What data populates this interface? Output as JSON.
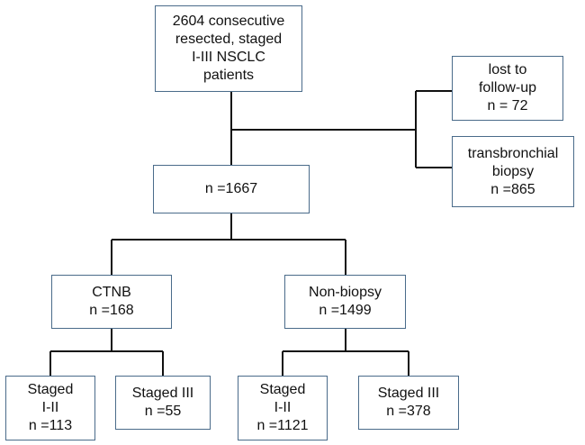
{
  "colors": {
    "box_border": "#4a6b8a",
    "connector": "#111111",
    "text": "#111111",
    "background": "#ffffff"
  },
  "boxes": {
    "root": {
      "lines": [
        "2604 consecutive",
        "resected, staged",
        "I-III NSCLC",
        "patients"
      ]
    },
    "lost": {
      "lines": [
        "lost to",
        "follow-up",
        "n = 72"
      ]
    },
    "transbronchial": {
      "lines": [
        "transbronchial",
        "biopsy",
        "n =865"
      ]
    },
    "total": {
      "lines": [
        "n =1667"
      ]
    },
    "ctnb": {
      "lines": [
        "CTNB",
        "n =168"
      ]
    },
    "nonbiopsy": {
      "lines": [
        "Non-biopsy",
        "n =1499"
      ]
    },
    "ctnb_early": {
      "lines": [
        "Staged",
        "I-II",
        "n =113"
      ]
    },
    "ctnb_late": {
      "lines": [
        "Staged III",
        "n =55"
      ]
    },
    "nonbiopsy_early": {
      "lines": [
        "Staged",
        "I-II",
        "n =1121"
      ]
    },
    "nonbiopsy_late": {
      "lines": [
        "Staged III",
        "n =378"
      ]
    }
  }
}
